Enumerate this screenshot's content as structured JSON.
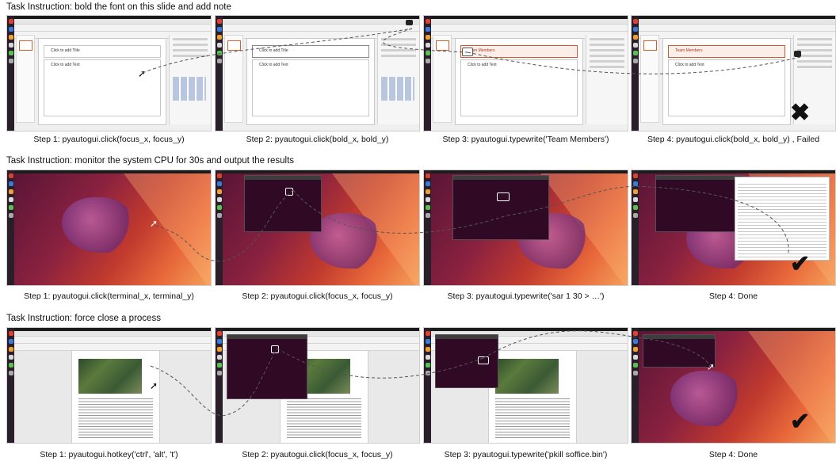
{
  "rows": [
    {
      "instruction": "Task Instruction: bold the font on this slide and add note",
      "steps": [
        {
          "caption": "Step 1: pyautogui.click(focus_x, focus_y)"
        },
        {
          "caption": "Step 2: pyautogui.click(bold_x, bold_y)"
        },
        {
          "caption": "Step 3: pyautogui.typewrite('Team Members')"
        },
        {
          "caption": "Step 4: pyautogui.click(bold_x, bold_y) , Failed"
        }
      ],
      "slide": {
        "title_placeholder": "Click to add Title",
        "text_placeholder": "Click to add Text",
        "typed_title": "Team Members"
      },
      "result": "fail"
    },
    {
      "instruction": "Task Instruction: monitor the system CPU for 30s and output the results",
      "steps": [
        {
          "caption": "Step 1: pyautogui.click(terminal_x, terminal_y)"
        },
        {
          "caption": "Step 2: pyautogui.click(focus_x, focus_y)"
        },
        {
          "caption": "Step 3: pyautogui.typewrite('sar 1 30 > …')"
        },
        {
          "caption": "Step 4: Done"
        }
      ],
      "result": "success"
    },
    {
      "instruction": "Task Instruction: force close a process",
      "steps": [
        {
          "caption": "Step 1: pyautogui.hotkey('ctrl', 'alt', 't')"
        },
        {
          "caption": "Step 2: pyautogui.click(focus_x, focus_y)"
        },
        {
          "caption": "Step 3: pyautogui.typewrite('pkill soffice.bin')"
        },
        {
          "caption": "Step 4: Done"
        }
      ],
      "result": "success"
    }
  ],
  "marks": {
    "fail": "✖",
    "success": "✔"
  },
  "colors": {
    "dock": "#2a1e2a",
    "terminal_bg": "#300a24",
    "fail_mark": "#111111",
    "success_mark": "#111111"
  }
}
